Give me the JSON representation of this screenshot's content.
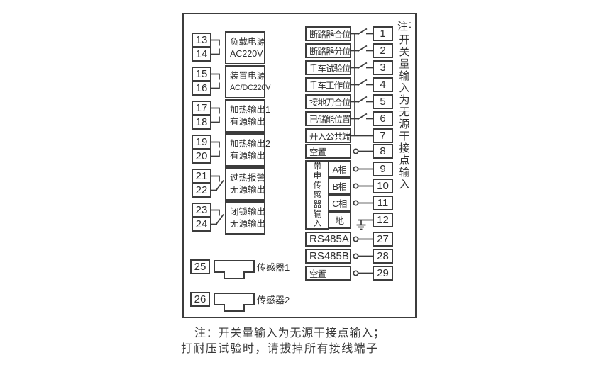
{
  "colors": {
    "line": "#3c3c3c",
    "text": "#2e2e2e",
    "background": "#ffffff"
  },
  "left": {
    "pairs": [
      {
        "t1": "13",
        "t2": "14",
        "l1": "负载电源",
        "l2": "AC220V"
      },
      {
        "t1": "15",
        "t2": "16",
        "l1": "装置电源",
        "l2": "AC/DC220V"
      },
      {
        "t1": "17",
        "t2": "18",
        "l1": "加热输出1",
        "l2": "有源输出"
      },
      {
        "t1": "19",
        "t2": "20",
        "l1": "加热输出2",
        "l2": "有源输出"
      },
      {
        "t1": "21",
        "t2": "22",
        "l1": "过热报警",
        "l2": "无源输出"
      },
      {
        "t1": "23",
        "t2": "24",
        "l1": "闭锁输出",
        "l2": "无源输出"
      }
    ]
  },
  "sensors": [
    {
      "t": "25",
      "label": "传感器1"
    },
    {
      "t": "26",
      "label": "传感器2"
    }
  ],
  "right": {
    "rows": [
      {
        "n": "1",
        "label": "断路器合位"
      },
      {
        "n": "2",
        "label": "断路器分位"
      },
      {
        "n": "3",
        "label": "手车试验位"
      },
      {
        "n": "4",
        "label": "手车工作位"
      },
      {
        "n": "5",
        "label": "接地刀合位"
      },
      {
        "n": "6",
        "label": "已储能位置"
      },
      {
        "n": "7",
        "label": "开入公共端"
      },
      {
        "n": "8",
        "label": "空置"
      }
    ],
    "sensor_block": {
      "label": "带电传感器输入",
      "rows": [
        {
          "n": "9",
          "label": "A相"
        },
        {
          "n": "10",
          "label": "B相"
        },
        {
          "n": "11",
          "label": "C相"
        },
        {
          "n": "12",
          "label": "地"
        }
      ]
    },
    "comm_rows": [
      {
        "n": "27",
        "label": "RS485A"
      },
      {
        "n": "28",
        "label": "RS485B"
      },
      {
        "n": "29",
        "label": "空置"
      }
    ]
  },
  "side_note": {
    "head": "注",
    "colon": "：",
    "body": "开关量输入为无源干接点输入"
  },
  "bottom_note": {
    "line1": "注：开关量输入为无源干接点输入；",
    "line2": "打耐压试验时，请拔掉所有接线端子"
  }
}
